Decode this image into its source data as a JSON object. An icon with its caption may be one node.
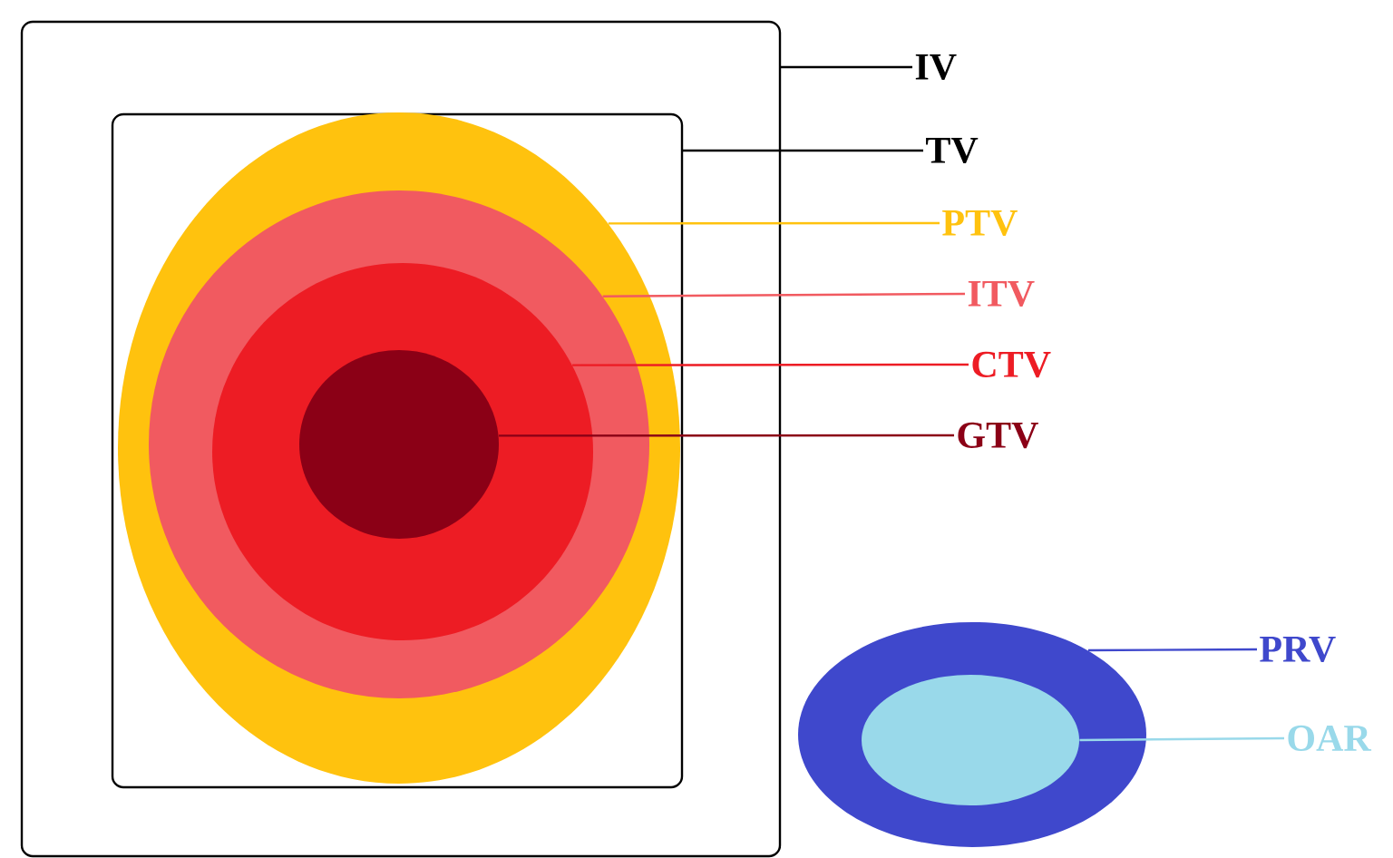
{
  "diagram": {
    "nodes": [
      {
        "text": [],
        "shape": "box"
      },
      {
        "text": [],
        "shape": "box",
        "in": 0
      },
      {
        "text": [],
        "shape": "ellipse",
        "in": 1
      },
      {
        "text": [],
        "shape": "ellipse",
        "in": 2
      },
      {
        "text": [],
        "shape": "circle",
        "in": 3
      },
      {
        "text": [],
        "shape": "ellipse",
        "in": 4
      },
      {
        "text": [],
        "shape": "ellipse"
      },
      {
        "text": [],
        "shape": "ellipse",
        "in": 6
      },
      {
        "text": [
          "IV"
        ]
      },
      {
        "text": [
          "TV"
        ]
      },
      {
        "text": [
          "PTV"
        ]
      },
      {
        "text": [
          "ITV"
        ]
      },
      {
        "text": [
          "CTV"
        ]
      },
      {
        "text": [
          "GTV"
        ]
      },
      {
        "text": [
          "PRV"
        ]
      },
      {
        "text": [
          "OAR"
        ]
      }
    ],
    "edges": [
      {
        "from": 8,
        "to": 0,
        "arrow": "none",
        "color": "#000000"
      },
      {
        "from": 9,
        "to": 1,
        "arrow": "none",
        "color": "#000000"
      },
      {
        "from": 10,
        "to": 2,
        "arrow": "none",
        "color": "#ffc20e"
      },
      {
        "from": 11,
        "to": 3,
        "arrow": "none",
        "color": "#f15a60"
      },
      {
        "from": 12,
        "to": 4,
        "arrow": "none",
        "color": "#ed1c24"
      },
      {
        "from": 13,
        "to": 5,
        "arrow": "none",
        "color": "#8b0016"
      },
      {
        "from": 14,
        "to": 6,
        "arrow": "none",
        "color": "#3f48cc"
      },
      {
        "from": 15,
        "to": 7,
        "arrow": "none",
        "color": "#99d9ea"
      }
    ]
  }
}
